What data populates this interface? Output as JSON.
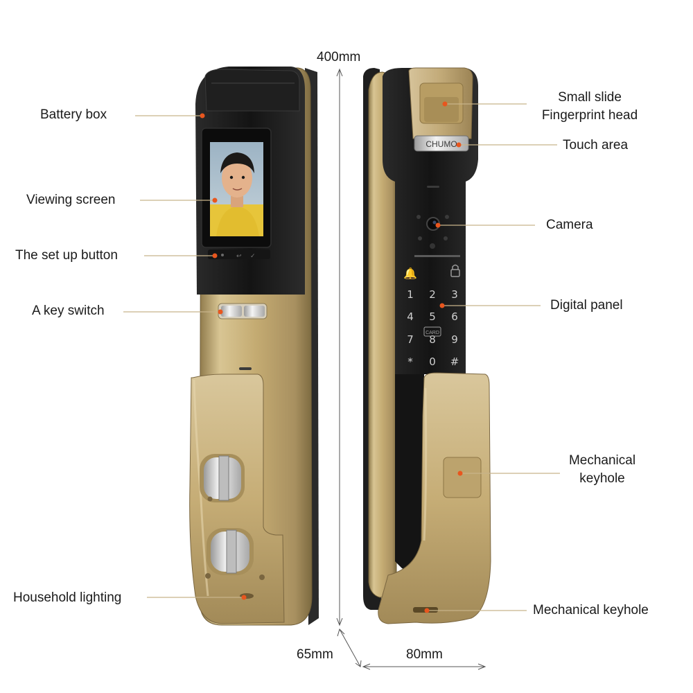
{
  "labels": {
    "battery_box": "Battery box",
    "viewing_screen": "Viewing screen",
    "setup_button": "The set up button",
    "key_switch": "A key switch",
    "household_lighting": "Household lighting",
    "small_slide_line1": "Small slide",
    "small_slide_line2": "Fingerprint head",
    "touch_area": "Touch area",
    "camera": "Camera",
    "digital_panel": "Digital panel",
    "mech_keyhole_1_line1": "Mechanical",
    "mech_keyhole_1_line2": "keyhole",
    "mech_keyhole_2": "Mechanical keyhole"
  },
  "dimensions": {
    "height": "400mm",
    "depth": "65mm",
    "width": "80mm"
  },
  "device": {
    "brand": "CHUMO",
    "keypad": [
      "1",
      "2",
      "3",
      "4",
      "5",
      "6",
      "7",
      "8",
      "9",
      "*",
      "0",
      "#"
    ],
    "card_label": "CARD"
  },
  "colors": {
    "gold": "#c9b27c",
    "dark": "#1b1b1b",
    "leader": "#c8b48a",
    "dot": "#e8561e"
  }
}
